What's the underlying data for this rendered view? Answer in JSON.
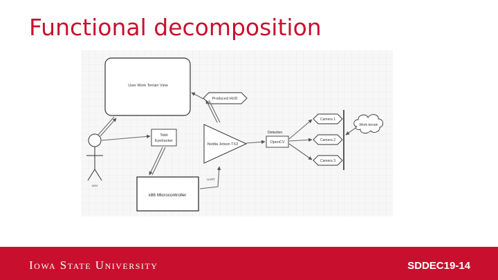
{
  "slide": {
    "title": "Functional decomposition"
  },
  "diagram": {
    "view_label": "User Work Terrain View",
    "hud_label": "Produced HUD",
    "tracker_label_1": "Tobii",
    "tracker_label_2": "Eyetracker",
    "jetson_label": "Nvidia Jetson TX2",
    "opencv_label": "OpenCV",
    "detection_label": "Detection",
    "camera1_label": "Camera 1",
    "camera2_label": "Camera 2",
    "camera3_label": "Camera 3",
    "terrain_label": "Work terrain",
    "user_label": "user",
    "uart_label": "UART",
    "mcu_label": "x86 Microcontroller"
  },
  "footer": {
    "university": "Iowa State University",
    "code": "SDDEC19-14"
  },
  "colors": {
    "brand_red": "#c8102e",
    "footer_text": "#ffffff"
  }
}
